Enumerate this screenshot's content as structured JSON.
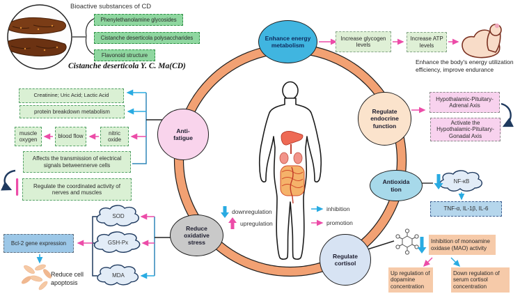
{
  "header": {
    "bioactive_title": "Bioactive substances of CD",
    "species_title": "Cistanche  deserticola Y. C. Ma(CD)",
    "substances": [
      "Phenylethanolamine glycosides",
      "Cistanche deserticola polysaccharides",
      "Flavonoid structure"
    ]
  },
  "nodes": {
    "energy": "Enhance energy metabolism",
    "anti_fatigue": "Anti-fatigue",
    "endocrine": "Regulate endocrine function",
    "antioxidation": "Antioxida tion",
    "cortisol": "Regulate cortisol",
    "oxidative": "Reduce oxidative stress"
  },
  "energy_path": {
    "glycogen": "Increase glycogen levels",
    "atp": "Increase ATP levels",
    "caption": "Enhance the body's energy utilization efficiency, improve endurance"
  },
  "fatigue_path": {
    "metabolites": "Creatinine;  Uric Acid;  Lactic Acid",
    "protein": "protein breakdown metabolism",
    "muscle_oxygen": "muscle oxygen",
    "blood_flow": "blood flow",
    "nitric_oxide": "nitric oxide",
    "electrical": "Affects the transmission of electrical signals betweennerve cells",
    "coordination": "Regulate the coordinated activity of nerves and muscles"
  },
  "endocrine_path": {
    "hpa": "Hypothalamic-Pituitary-Adrenal Axis",
    "hpg": "Activate the Hypothalamic-Pituitary-Gonadal Axis"
  },
  "antioxidation_path": {
    "nfkb": "NF-κB",
    "cytokines": "TNF-α,  IL-1β,  IL-6"
  },
  "cortisol_path": {
    "mao": "Inhibition of monoamine oxidase (MAO) activity",
    "dopamine": "Up regulation of dopamine concentration",
    "serum": "Down regulation of serum cortisol concentration"
  },
  "oxidative_path": {
    "sod": "SOD",
    "gsh": "GSH-Px",
    "mda": "MDA",
    "bcl2": "Bcl-2 gene expression",
    "apoptosis": "Reduce cell apoptosis"
  },
  "legend": {
    "down": "downregulation",
    "up": "upregulation",
    "inhibition": "inhibition",
    "promotion": "promotion"
  },
  "colors": {
    "promotion_pink": "#ec4ca8",
    "inhibition_blue": "#29abe2",
    "ring_orange": "#f2a173",
    "dark_navy": "#1f3a5f"
  },
  "icons": {
    "photo": "cistanche-photo",
    "muscle": "muscle-arm",
    "body": "human-body",
    "molecule": "mao-molecule",
    "cells": "apoptosis-cells"
  }
}
